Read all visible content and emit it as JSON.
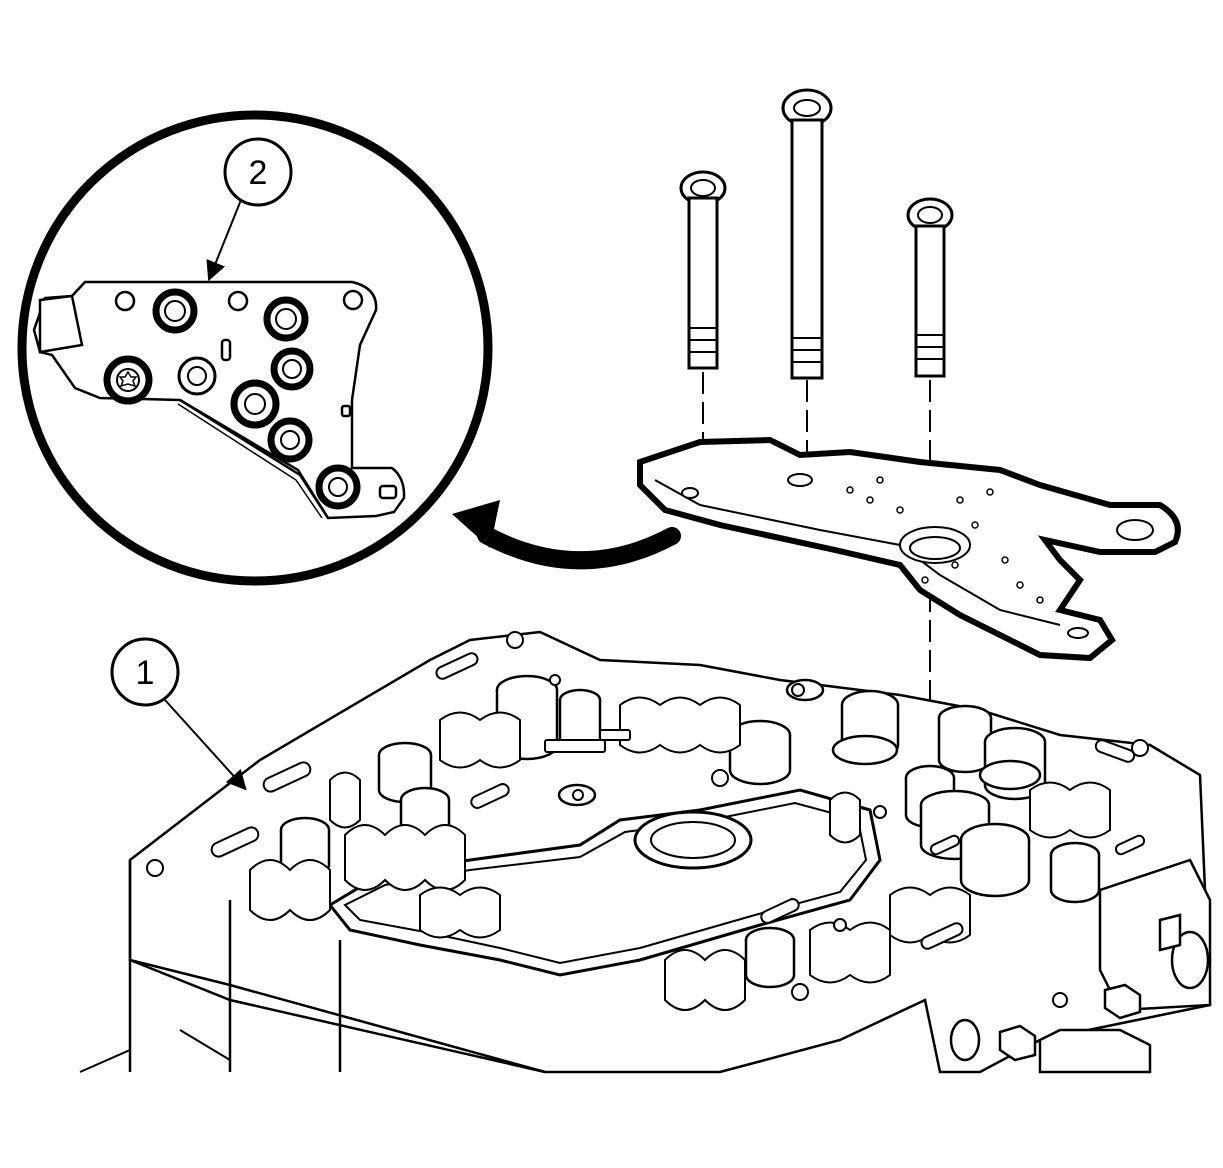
{
  "callouts": [
    {
      "id": "1",
      "label": "1"
    },
    {
      "id": "2",
      "label": "2"
    }
  ],
  "colors": {
    "ink": "#000000",
    "paper": "#ffffff"
  },
  "components": {
    "valve_body": "valve-body",
    "bracket": "manual-valve-detent-bracket",
    "bolts": 3,
    "detail_view": "bracket-detail-magnified"
  }
}
